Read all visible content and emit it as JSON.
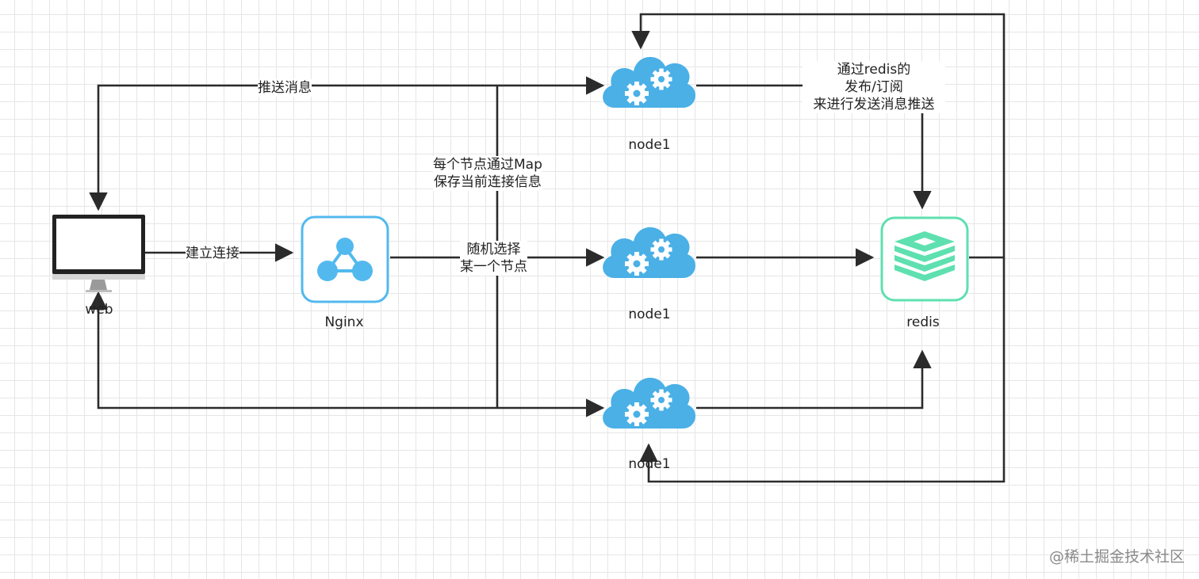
{
  "nodes": {
    "web": "web",
    "nginx": "Nginx",
    "node_top": "node1",
    "node_mid": "node1",
    "node_bot": "node1",
    "redis": "redis"
  },
  "edges": {
    "connect": "建立连接",
    "push": "推送消息",
    "map_line1": "每个节点通过Map",
    "map_line2": "保存当前连接信息",
    "random_line1": "随机选择",
    "random_line2": "某一个节点",
    "redis_line1": "通过redis的",
    "redis_line2": "发布/订阅",
    "redis_line3": "来进行发送消息推送"
  },
  "watermark": "@稀土掘金技术社区",
  "colors": {
    "node_blue": "#4ab0e6",
    "nginx_blue": "#52b9ee",
    "redis_green": "#5ee0b0",
    "line": "#2b2b2b"
  }
}
